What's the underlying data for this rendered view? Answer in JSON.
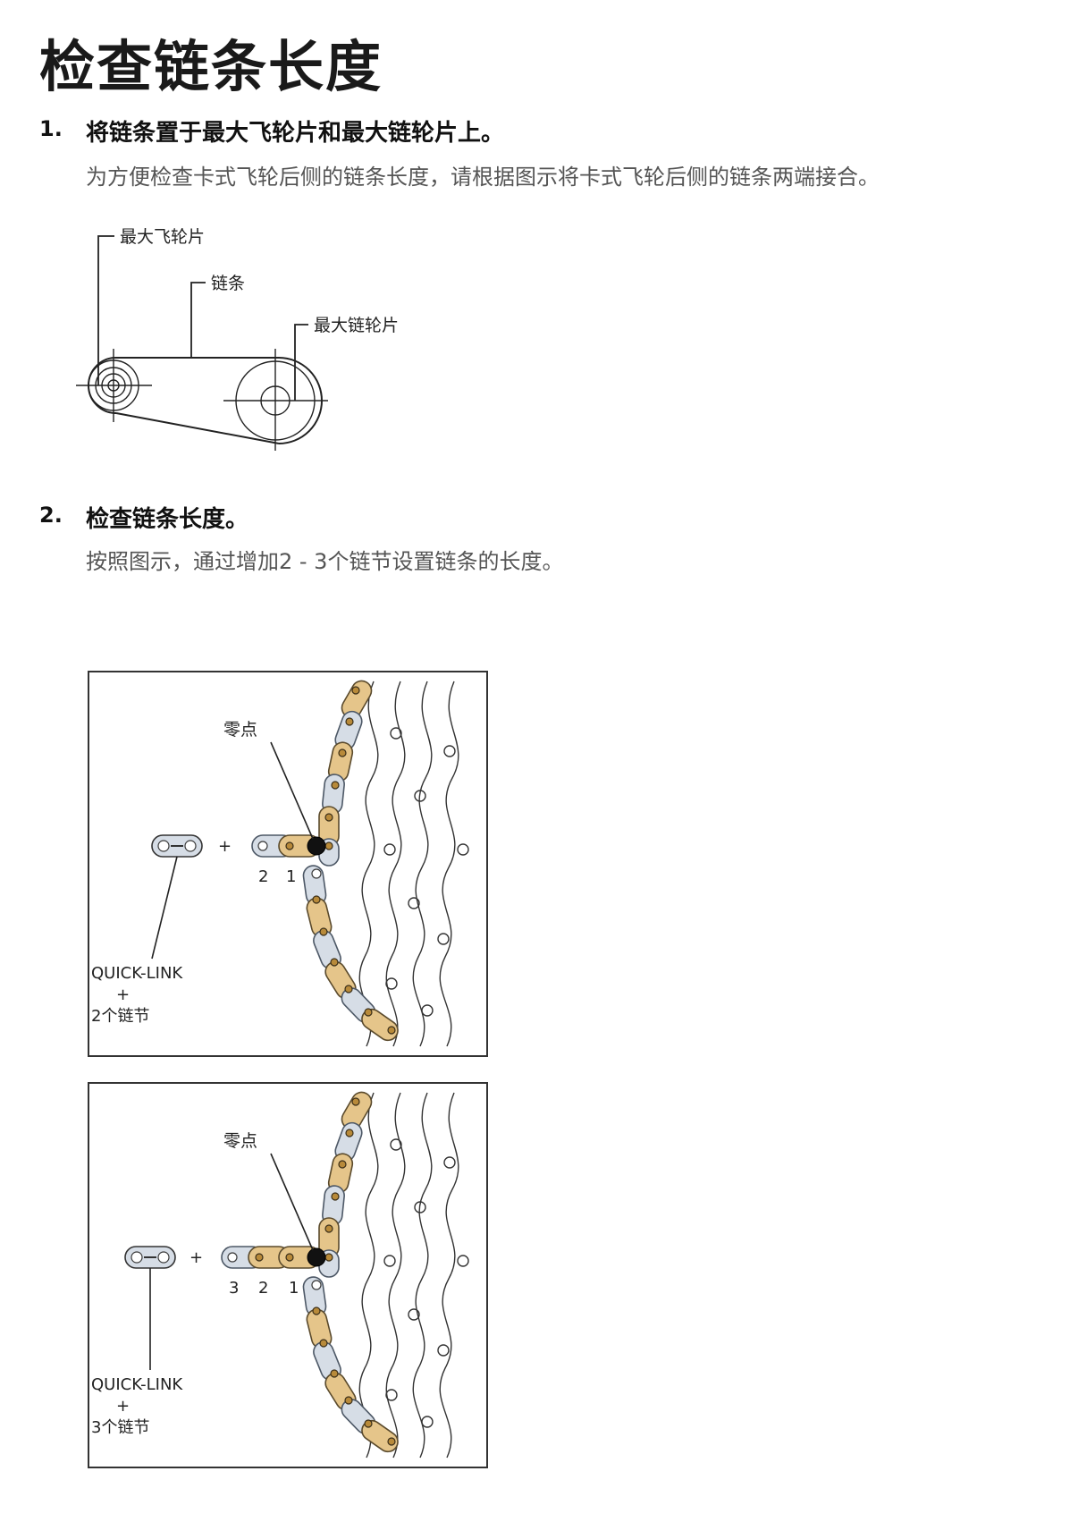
{
  "title": "检查链条长度",
  "step1": {
    "number": "1.",
    "heading": "将链条置于最大飞轮片和最大链轮片上。",
    "description": "为方便检查卡式飞轮后侧的链条长度，请根据图示将卡式飞轮后侧的链条两端接合。",
    "diagram": {
      "label_cog": "最大飞轮片",
      "label_chain": "链条",
      "label_chainring": "最大链轮片"
    }
  },
  "step2": {
    "number": "2.",
    "heading": "检查链条长度。",
    "description": "按照图示，通过增加2 - 3个链节设置链条的长度。",
    "figures": [
      {
        "zero_point": "零点",
        "plus": "+",
        "numbers": [
          "2",
          "1"
        ],
        "quicklink": "QUICK-LINK",
        "quicklink_plus": "+",
        "links": "2个链节"
      },
      {
        "zero_point": "零点",
        "plus": "+",
        "numbers": [
          "3",
          "2",
          "1"
        ],
        "quicklink": "QUICK-LINK",
        "quicklink_plus": "+",
        "links": "3个链节"
      }
    ]
  },
  "colors": {
    "chain_gold": "#e5c58a",
    "chain_silver": "#d6dde6",
    "text_secondary": "#555555"
  }
}
